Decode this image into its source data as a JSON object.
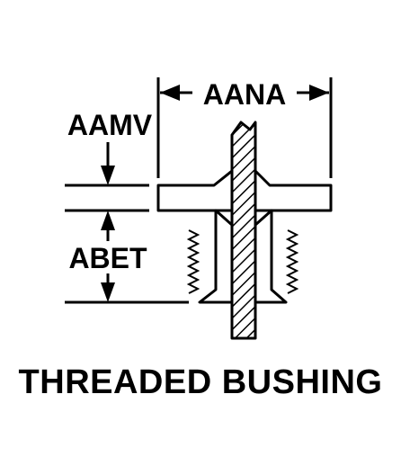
{
  "diagram": {
    "title": "THREADED BUSHING",
    "labels": {
      "top_dimension": "AANA",
      "upper_dimension": "AAMV",
      "lower_dimension": "ABET"
    },
    "stroke_color": "#000000",
    "background_color": "#ffffff"
  }
}
